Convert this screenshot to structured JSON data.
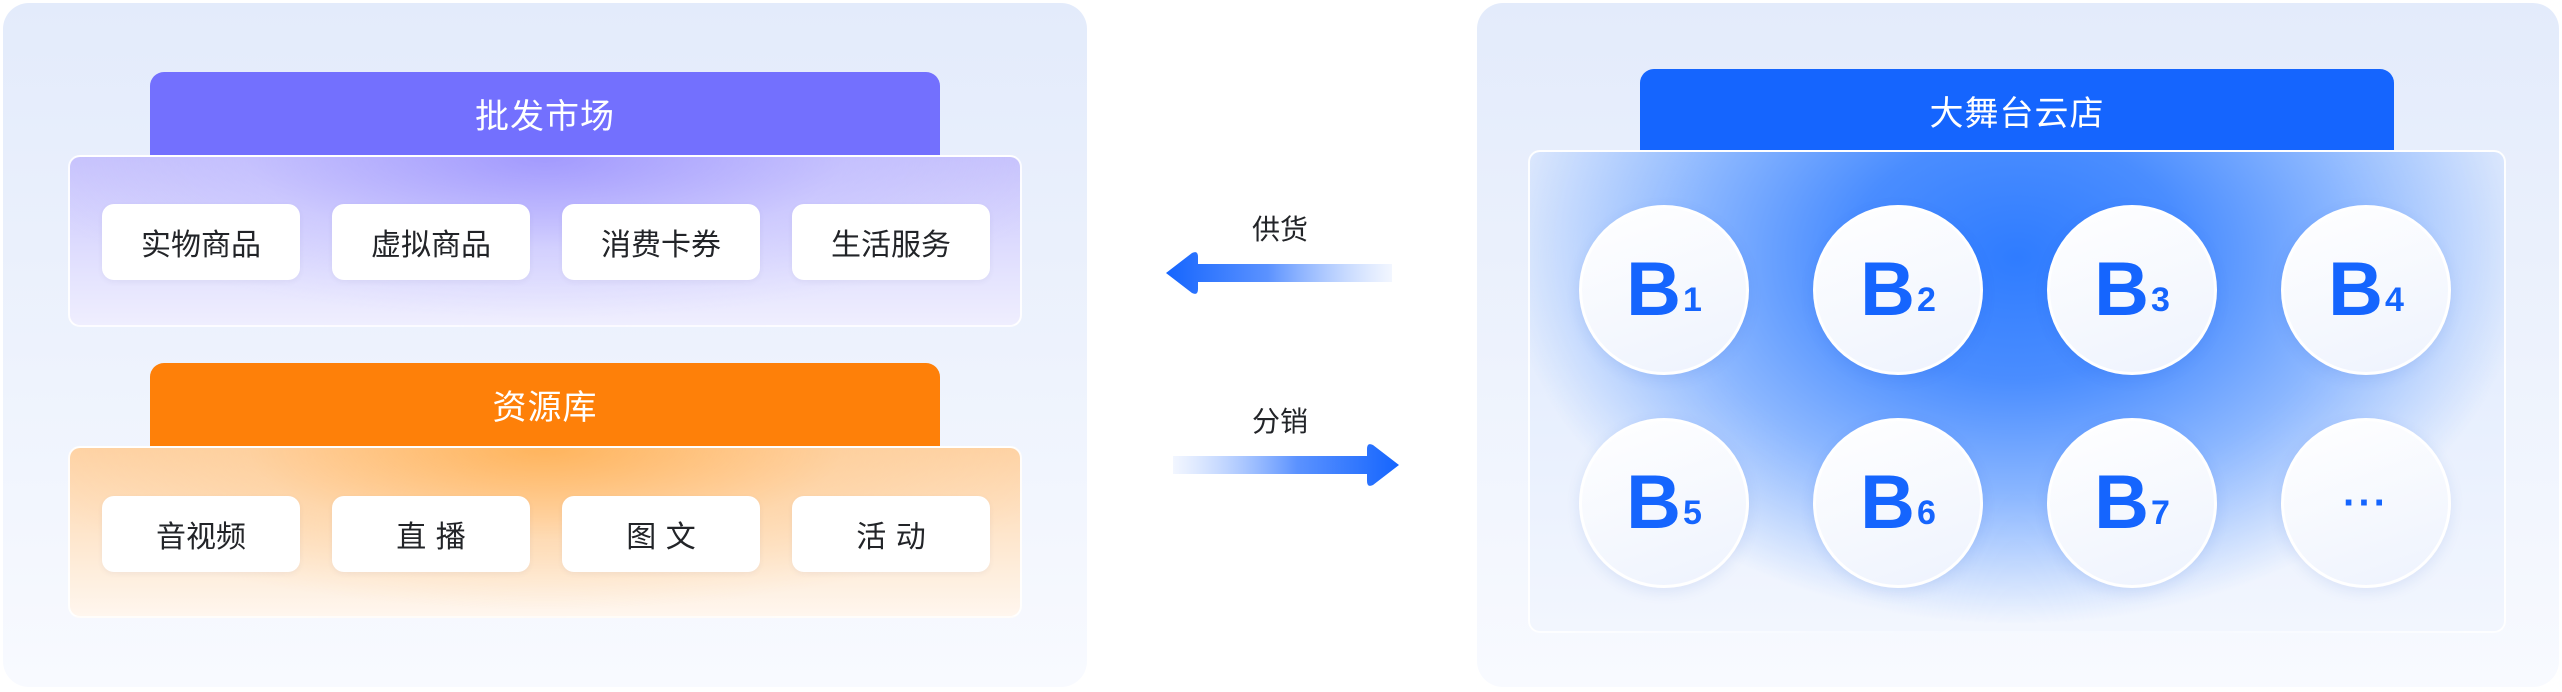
{
  "left": {
    "wholesale": {
      "title": "批发市场",
      "items": [
        "实物商品",
        "虚拟商品",
        "消费卡券",
        "生活服务"
      ]
    },
    "resource": {
      "title": "资源库",
      "items": [
        "音视频",
        "直 播",
        "图 文",
        "活 动"
      ]
    }
  },
  "middle": {
    "supply_label": "供货",
    "distribute_label": "分销"
  },
  "right": {
    "title": "大舞台云店",
    "stores": [
      {
        "letter": "B",
        "sub": "1"
      },
      {
        "letter": "B",
        "sub": "2"
      },
      {
        "letter": "B",
        "sub": "3"
      },
      {
        "letter": "B",
        "sub": "4"
      },
      {
        "letter": "B",
        "sub": "5"
      },
      {
        "letter": "B",
        "sub": "6"
      },
      {
        "letter": "B",
        "sub": "7"
      }
    ],
    "more": "···"
  },
  "colors": {
    "purple": "#7370fe",
    "orange": "#fe8009",
    "blue": "#1565fe"
  }
}
